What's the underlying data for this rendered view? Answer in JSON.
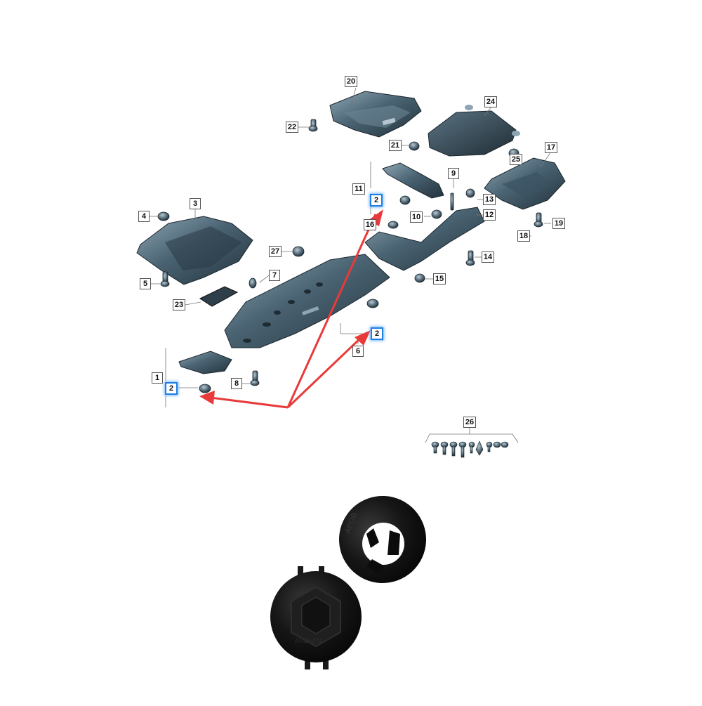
{
  "diagram": {
    "callouts": [
      "1",
      "2",
      "3",
      "4",
      "5",
      "6",
      "7",
      "8",
      "9",
      "10",
      "11",
      "12",
      "13",
      "14",
      "15",
      "16",
      "17",
      "18",
      "19",
      "20",
      "21",
      "22",
      "23",
      "24",
      "25",
      "26",
      "27"
    ],
    "highlighted_part_number": "2"
  },
  "colors": {
    "panel_fill": "#3d5566",
    "panel_dark": "#2a3b47",
    "panel_light": "#7f97a6",
    "highlight_border": "#1f7fe0",
    "arrow": "#e83a3a",
    "photo_part": "#141414"
  }
}
